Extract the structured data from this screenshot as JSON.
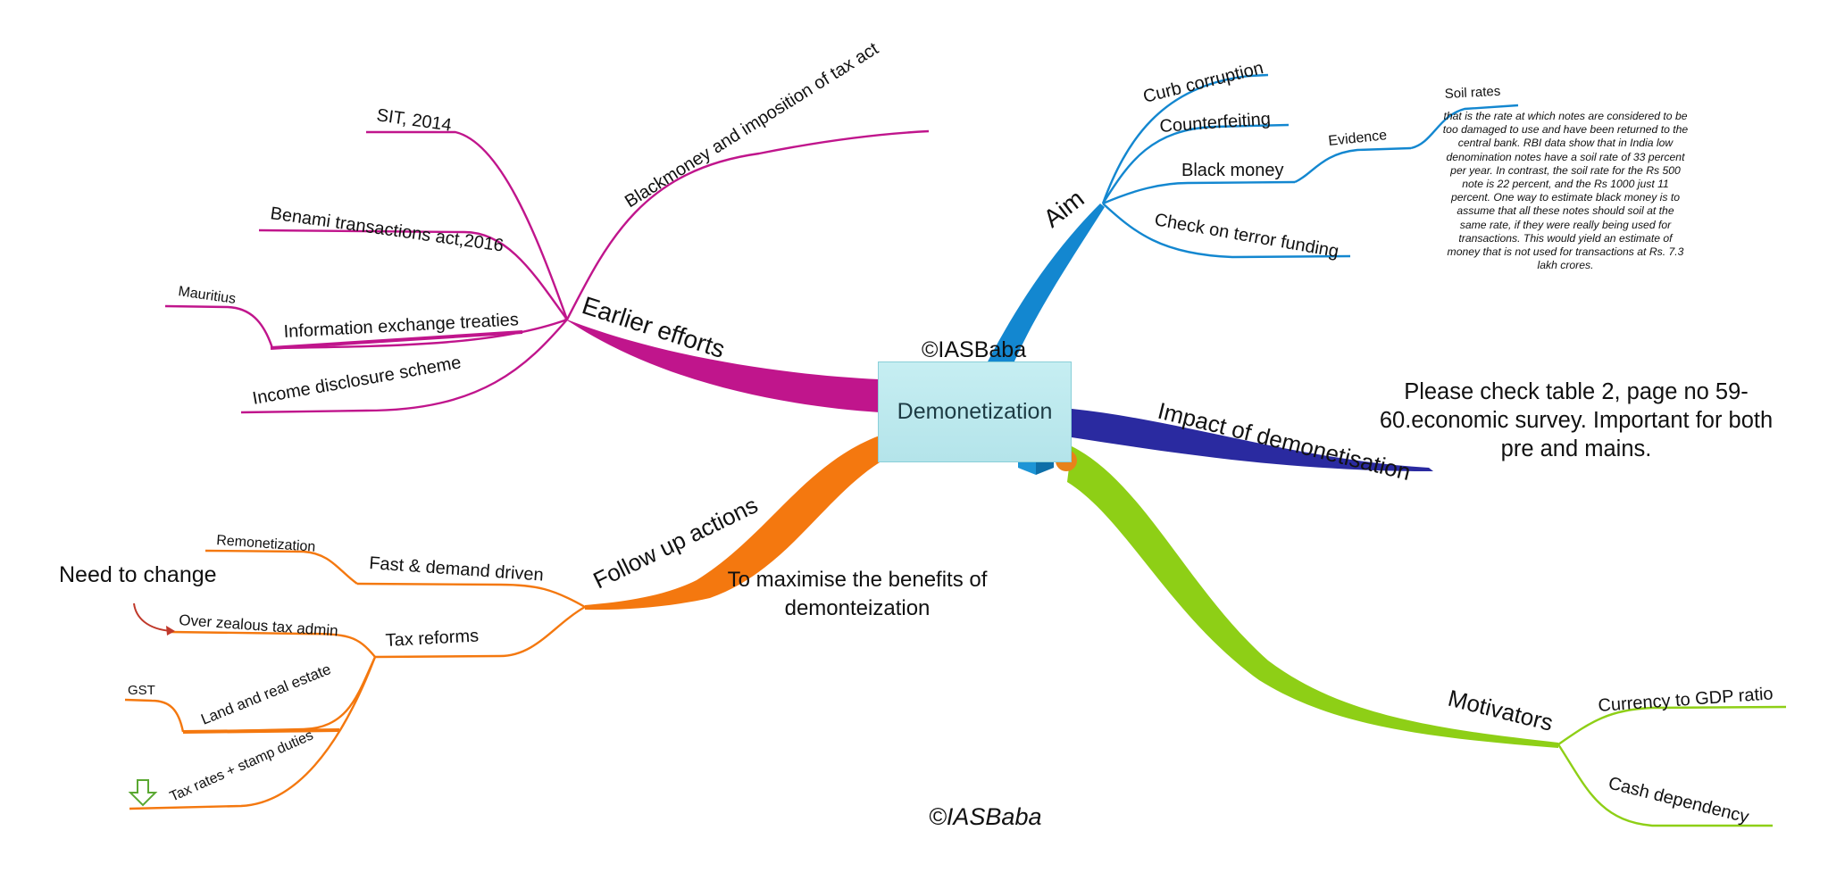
{
  "central": {
    "title": "Demonetization",
    "watermark_top": "©IASBaba"
  },
  "watermark_bottom": "©IASBaba",
  "colors": {
    "earlier_efforts": "#c0158c",
    "aim": "#1387d0",
    "impact": "#2a2aa0",
    "motivators": "#8ecf16",
    "follow_up": "#f4780f"
  },
  "branches": {
    "earlier_efforts": {
      "label": "Earlier efforts",
      "children": {
        "blackmoney": "Blackmoney and imposition of tax act",
        "sit": "SIT, 2014",
        "benami": "Benami transactions act,2016",
        "info_exchange": "Information exchange treaties",
        "mauritius": "Mauritius",
        "income_disclosure": "Income disclosure scheme"
      }
    },
    "aim": {
      "label": "Aim",
      "children": {
        "curb_corruption": "Curb corruption",
        "counterfeiting": "Counterfeiting",
        "black_money": "Black money",
        "evidence": "Evidence",
        "soil_rates": "Soil rates",
        "terror_funding": "Check on terror funding"
      },
      "soil_note": "that is the rate at which notes are considered to be too damaged to use and have been returned to the central bank. RBI data show that in India low denomination notes have a soil rate of 33 percent per year. In contrast, the soil rate for the Rs 500 note is 22 percent, and the Rs 1000 just 11 percent. One way to estimate black money is to assume that all these notes should soil at the same rate, if they were really being used for transactions. This would yield an estimate of money that is not used for transactions at Rs. 7.3 lakh crores."
    },
    "impact": {
      "label": "Impact of demonetisation",
      "note": "Please check table 2, page no 59-60.economic survey. Important for both pre and mains."
    },
    "motivators": {
      "label": "Motivators",
      "children": {
        "currency_gdp": "Currency to GDP ratio",
        "cash_dependency": "Cash dependency"
      }
    },
    "follow_up": {
      "label": "Follow up actions",
      "note": "To maximise the benefits of demonteization",
      "children": {
        "fast_demand": "Fast & demand driven",
        "remonetization": "Remonetization",
        "tax_reforms": "Tax reforms",
        "over_zealous": "Over zealous tax admin",
        "need_change": "Need to change",
        "land_real_estate": "Land and real estate",
        "gst": "GST",
        "tax_rates": "Tax rates + stamp duties"
      }
    }
  }
}
